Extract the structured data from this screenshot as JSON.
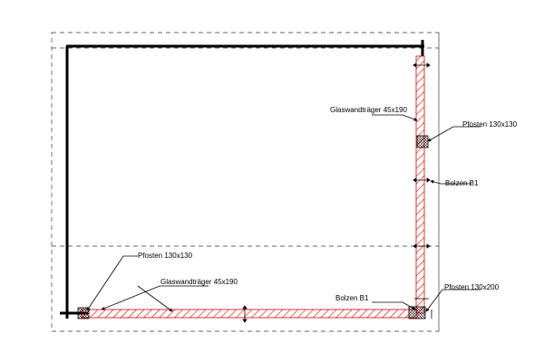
{
  "labels": {
    "pfosten_bottom_left": "Pfosten 130x130",
    "glaswandtraeger_bottom": "Glaswandträger 45x190",
    "glaswandtraeger_right": "Glaswandträger 45x190",
    "pfosten_right_mid": "Pfosten 130x130",
    "bolzen_right": "Bolzen B1",
    "bolzen_bottom": "Bolzen B1",
    "pfosten_corner": "Pfosten 130x200"
  },
  "colors": {
    "beam_outline": "#e00000",
    "wall": "#000000",
    "dashed_guides": "#666666"
  }
}
